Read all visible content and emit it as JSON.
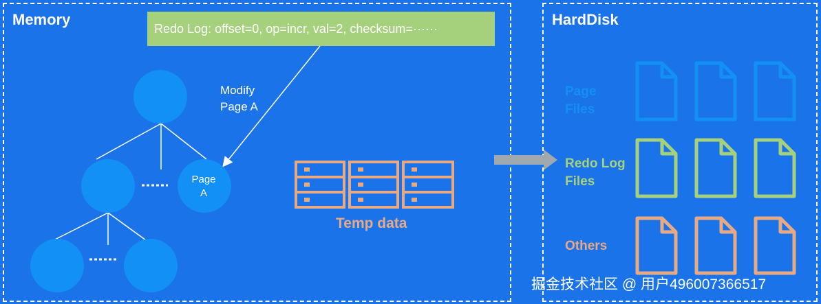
{
  "memory": {
    "title": "Memory",
    "redo_banner": "Redo Log: offset=0, op=incr, val=2, checksum=······",
    "modify_label_line1": "Modify",
    "modify_label_line2": "Page A",
    "page_a_line1": "Page",
    "page_a_line2": "A",
    "temp_label": "Temp data"
  },
  "disk": {
    "title": "HardDisk",
    "groups": [
      {
        "label_line1": "Page",
        "label_line2": "Files",
        "color": "#1390f5",
        "icon": "file-icon"
      },
      {
        "label_line1": "Redo Log",
        "label_line2": "Files",
        "color": "#a5d07c",
        "icon": "file-icon"
      },
      {
        "label_line1": "Others",
        "label_line2": "",
        "color": "#e8a985",
        "icon": "file-icon"
      }
    ]
  },
  "colors": {
    "background": "#1a73e8",
    "node": "#1390f5",
    "redo": "#a5d07c",
    "temp": "#e8a985",
    "arrow": "#a0a8b0"
  },
  "watermark": "掘金技术社区 @ 用户496007366517"
}
